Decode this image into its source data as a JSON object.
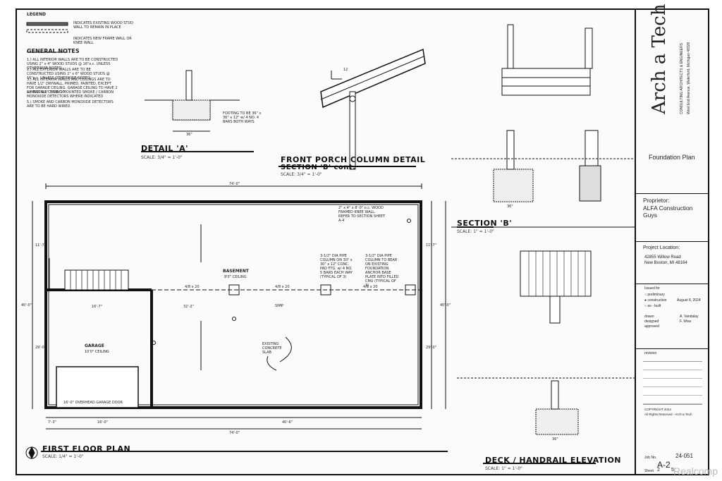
{
  "legend": {
    "title": "LEGEND",
    "existing_wall": "INDICATES EXISTING WOOD STUD WALL TO REMAIN IN PLACE",
    "new_wall": "INDICATES NEW FRAME WALL OR KNEE WALL"
  },
  "general_notes": {
    "title": "GENERAL NOTES",
    "items": [
      "1.) ALL INTERIOR WALLS ARE TO BE CONSTRUCTED USING 2\" x 4\" WOOD STUDS @ 16\"o.c. UNLESS OTHERWISE NOTED.",
      "2.) ALL EXTERIOR WALLS ARE TO BE CONSTRUCTED USING 2\" x 6\" WOOD STUDS @ 16\"o.c. UNLESS OTHERWISE NOTED.",
      "3.) ALL INTERIOR WALLS AND CEILINGS ARE TO HAVE 1/2\" DRYWALL, PRIMED, PAINTED, EXCEPT FOR GARAGE CEILING. GARAGE CEILING TO HAVE 2 LAYERS 5/8\" TYPE \"X\"",
      "4.) INSTALL CEILING MOUNTED SMOKE / CARBON MONOXIDE DETECTORS WHERE INDICATED",
      "5.) SMOKE AND CARBON MONOXIDE DETECTORS ARE TO BE HARD WIRED."
    ]
  },
  "details": {
    "detail_a": {
      "title": "DETAIL 'A'",
      "scale": "SCALE: 3/4\" = 1'-0\"",
      "dim": "36\""
    },
    "porch": {
      "title": "FRONT PORCH COLUMN DETAIL",
      "subtitle": "SECTION 'B' cont.",
      "scale": "SCALE: 3/4\" = 1'-0\"",
      "pitch": "12"
    },
    "section_b": {
      "title": "SECTION 'B'",
      "scale": "SCALE: 1\" = 1'-0\"",
      "dim": "36\""
    },
    "deck": {
      "title": "DECK / HANDRAIL ELEVATION",
      "scale": "SCALE: 1\" = 1'-0\"",
      "dim": "36\""
    }
  },
  "floor_plan": {
    "title": "FIRST FLOOR PLAN",
    "scale": "SCALE: 1/4\" = 1'-0\"",
    "overall_width": "74'-0\"",
    "overall_depth": "40'-0\"",
    "bottom_dims": [
      "7'-3\"",
      "16'-0\"",
      "40'-6\""
    ],
    "bottom_overall": "74'-0\"",
    "left_dims": [
      "11'-7\"",
      "29'-0\""
    ],
    "right_dims": [
      "11'-7\"",
      "29'-0\""
    ],
    "basement_label": "BASEMENT",
    "basement_ceiling": "8'0\" CEILING",
    "garage_label": "GARAGE",
    "garage_ceiling": "10'0\" CEILING",
    "garage_door": "16'-0\" OVERHEAD GARAGE DOOR",
    "slab_note": "EXISTING CONCRETE SLAB",
    "beam_note": "SIMP",
    "beam_dims": [
      "4/8 x 20",
      "4/8 x 20",
      "4/8 x 20"
    ],
    "interior_dims": [
      "16'-7\"",
      "32'-2\""
    ],
    "callout_1": "3-1/2\" DIA PIPE COLUMN ON 30\" x 30\" x 12\" CONC. PAD FTG. w/ 4 NO. 5 BARS EACH WAY (TYPICAL OF 3)",
    "callout_2": "3-1/2\" DIA PIPE COLUMN TO BEAR ON EXISTING FOUNDATION. ANCHOR BASE PLATE INTO FILLED CMU (TYPICAL OF 3)",
    "callout_3": "2\" x 4\" x 8'-0\" o.c. WOOD FRAMED KNEE WALL. REFER TO SECTION SHEET A-4",
    "footing_note": "FOOTING TO BE 36\" x 36\" x 12\" w/ 4 NO. 4 BARS BOTH WAYS"
  },
  "title_block": {
    "company": "Arch a Tech",
    "company_sub": "CONSULTING ARCHITECTS & ENGINEERS",
    "company_address": "West End Avenue, Waterford, Michigan 48328",
    "sheet_title": "Foundation Plan",
    "proprietor_label": "Proprietor:",
    "proprietor_name": "ALFA Construction Guys",
    "location_label": "Project Location:",
    "location_line1": "42855 Willow Road",
    "location_line2": "New Boston, MI 48164",
    "issued_label": "Issued for",
    "issued_options": [
      "preliminary",
      "construction",
      "as - built"
    ],
    "issued_date": "August 8, 2024",
    "drawn_label": "drawn",
    "designed_label": "designed",
    "approved_label": "approved",
    "drawn_by": "A. Vandalay",
    "designed_by": "F. Wise",
    "revision_label": "revision",
    "copyright": "COPYRIGHT 2024",
    "rights": "All Rights Reserved - Arch-a-Tech",
    "job_label": "Job No.",
    "job_no": "24-051",
    "sheet_code": "A-2",
    "sheet_label": "Sheet",
    "sheet_num": "2",
    "sheet_of": "5"
  },
  "watermark": "Realcomp"
}
